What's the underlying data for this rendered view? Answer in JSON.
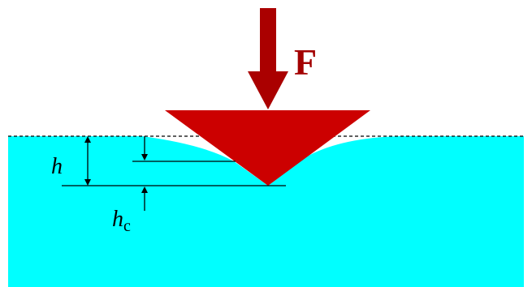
{
  "labels": {
    "force": "F",
    "total_depth": "h",
    "contact_depth_symbol": "h",
    "contact_depth_subscript": "c"
  },
  "colors": {
    "background": "#ffffff",
    "substrate": "#00FFFF",
    "indenter": "#CC0000",
    "force_arrow": "#AA0000",
    "force_label": "#A30000",
    "lines": "#000000"
  }
}
